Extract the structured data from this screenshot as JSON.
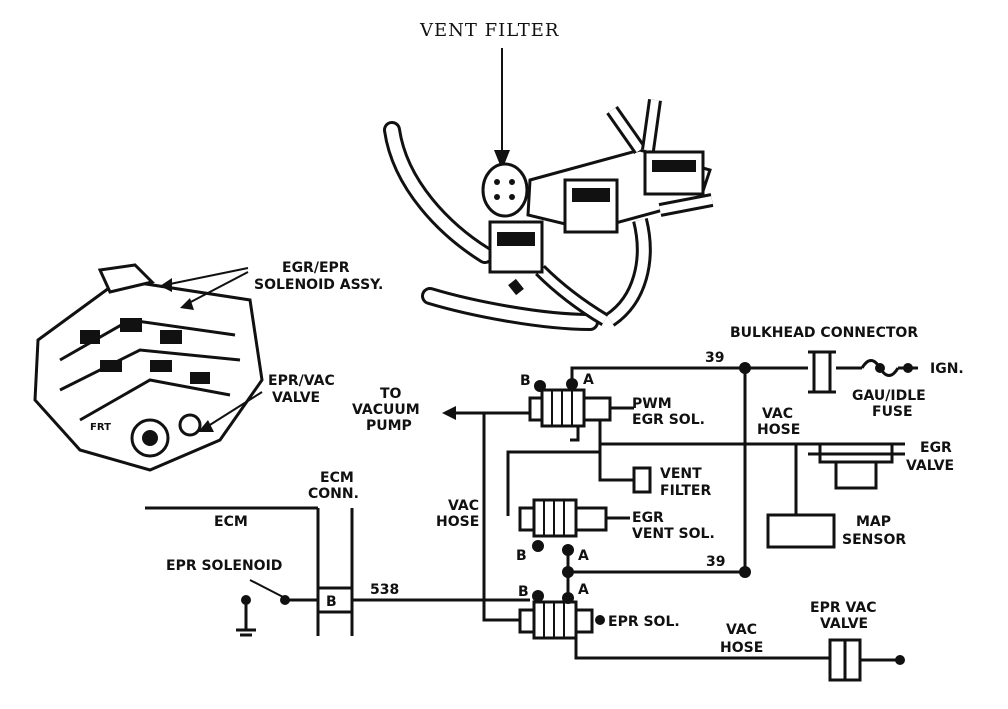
{
  "labels": {
    "vent_filter_top": "VENT FILTER",
    "egr_epr_assy_1": "EGR/EPR",
    "egr_epr_assy_2": "SOLENOID ASSY.",
    "epr_vac_valve_left_1": "EPR/VAC",
    "epr_vac_valve_left_2": "VALVE",
    "frt": "FRT",
    "bulkhead_connector": "BULKHEAD CONNECTOR",
    "ign": "IGN.",
    "gau_idle_fuse_1": "GAU/IDLE",
    "gau_idle_fuse_2": "FUSE",
    "wire_39_top": "39",
    "wire_39_bottom": "39",
    "to_vacuum_pump_1": "TO",
    "to_vacuum_pump_2": "VACUUM",
    "to_vacuum_pump_3": "PUMP",
    "pwm_egr_sol_1": "PWM",
    "pwm_egr_sol_2": "EGR SOL.",
    "vac_hose_right_1": "VAC",
    "vac_hose_right_2": "HOSE",
    "egr_valve_1": "EGR",
    "egr_valve_2": "VALVE",
    "vent_filter_small_1": "VENT",
    "vent_filter_small_2": "FILTER",
    "map_sensor_1": "MAP",
    "map_sensor_2": "SENSOR",
    "egr_vent_sol_1": "EGR",
    "egr_vent_sol_2": "VENT SOL.",
    "vac_hose_mid_1": "VAC",
    "vac_hose_mid_2": "HOSE",
    "ecm_conn_1": "ECM",
    "ecm_conn_2": "CONN.",
    "ecm": "ECM",
    "epr_solenoid": "EPR SOLENOID",
    "pin_b2": "B",
    "wire_538": "538",
    "epr_sol": "EPR SOL.",
    "vac_hose_bottom_1": "VAC",
    "vac_hose_bottom_2": "HOSE",
    "epr_vac_valve_right_1": "EPR VAC",
    "epr_vac_valve_right_2": "VALVE",
    "pin_a1": "A",
    "pin_b1": "B",
    "pin_a2": "A",
    "pin_a3": "A",
    "pin_b3": "B"
  }
}
